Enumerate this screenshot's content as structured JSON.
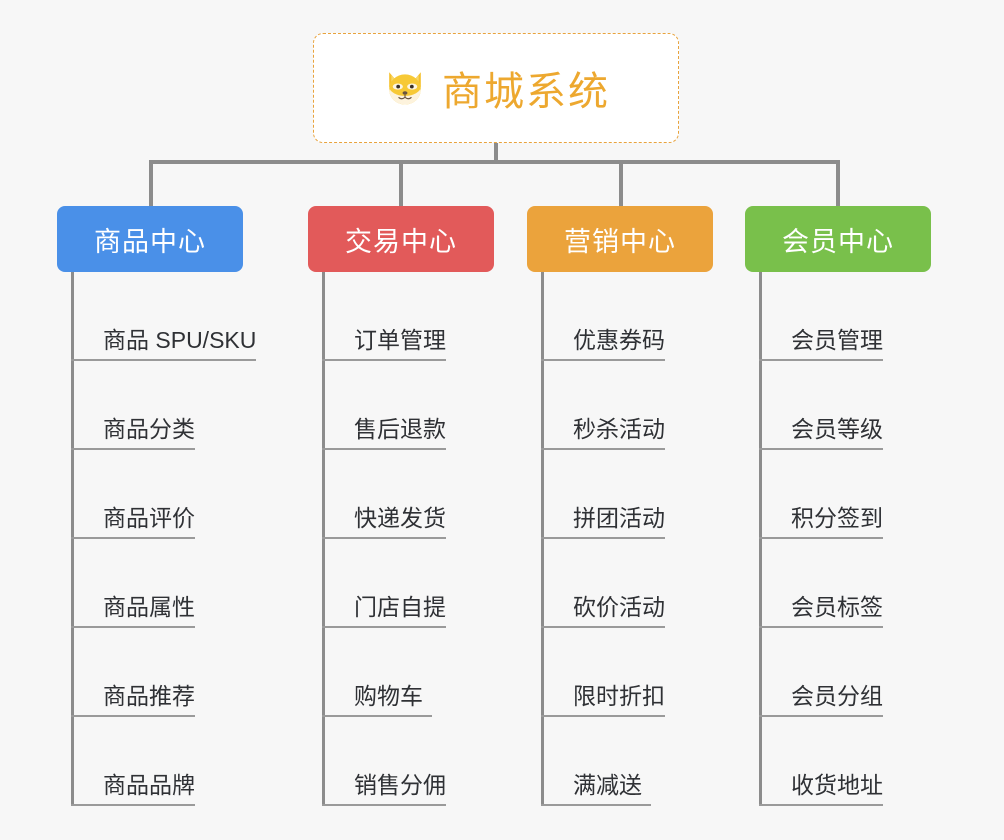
{
  "canvas": {
    "background": "#f7f7f7",
    "connector_color": "#8c8c8c"
  },
  "root": {
    "icon": "shiba-dog-icon",
    "title": "商城系统",
    "title_color": "#eda82f",
    "border_color": "#e8a33d",
    "background": "#ffffff"
  },
  "branches": [
    {
      "label": "商品中心",
      "color": "#4a90e8",
      "items": [
        "商品 SPU/SKU",
        "商品分类",
        "商品评价",
        "商品属性",
        "商品推荐",
        "商品品牌"
      ]
    },
    {
      "label": "交易中心",
      "color": "#e25a5a",
      "items": [
        "订单管理",
        "售后退款",
        "快递发货",
        "门店自提",
        "购物车",
        "销售分佣"
      ]
    },
    {
      "label": "营销中心",
      "color": "#eba33c",
      "items": [
        "优惠券码",
        "秒杀活动",
        "拼团活动",
        "砍价活动",
        "限时折扣",
        "满减送"
      ]
    },
    {
      "label": "会员中心",
      "color": "#79c04b",
      "items": [
        "会员管理",
        "会员等级",
        "积分签到",
        "会员标签",
        "会员分组",
        "收货地址"
      ]
    }
  ]
}
